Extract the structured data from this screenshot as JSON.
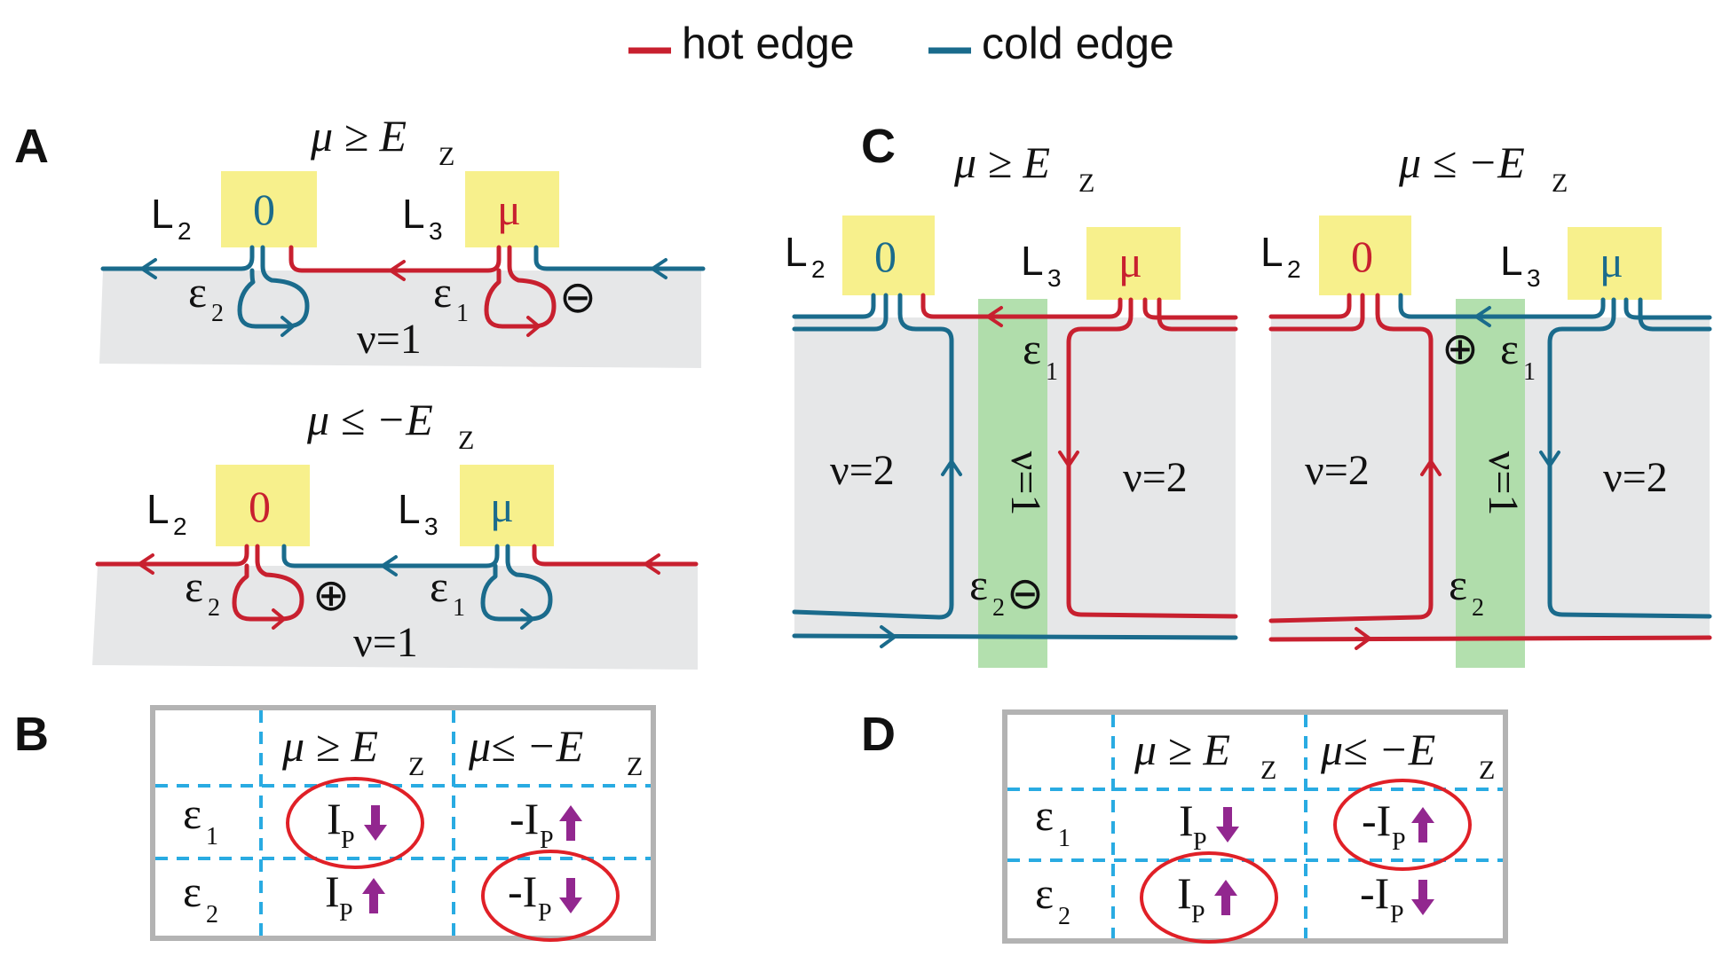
{
  "legend": {
    "hot_label": "hot edge",
    "cold_label": "cold edge",
    "hot_color": "#c8202f",
    "cold_color": "#1a6b8c"
  },
  "panels": {
    "A": "A",
    "B": "B",
    "C": "C",
    "D": "D"
  },
  "conditions": {
    "pos_mu": "μ ≥ E",
    "neg_mu": "μ ≤ −E",
    "pos_mu_tight": "μ ≥ E",
    "neg_mu_tight": "μ≤ −E",
    "z_sub": "Z"
  },
  "leads": {
    "L": "L",
    "two": "2",
    "three": "3",
    "zero": "0",
    "mu": "μ"
  },
  "symbols": {
    "epsilon": "ε",
    "one": "1",
    "two": "2",
    "minus_circ": "⊖",
    "plus_circ": "⊕",
    "nu1": "ν=1",
    "nu2": "ν=2"
  },
  "table": {
    "I": "I",
    "neg_I": "-I",
    "P": "P"
  },
  "colors": {
    "gray_region": "#e6e7e8",
    "contact": "#f7f08c",
    "green_strip": "#a6dba0",
    "table_border": "#b3b3b3",
    "grid_dash": "#29abe2",
    "highlight_ring": "#e02027",
    "spin_arrow": "#92278f"
  }
}
